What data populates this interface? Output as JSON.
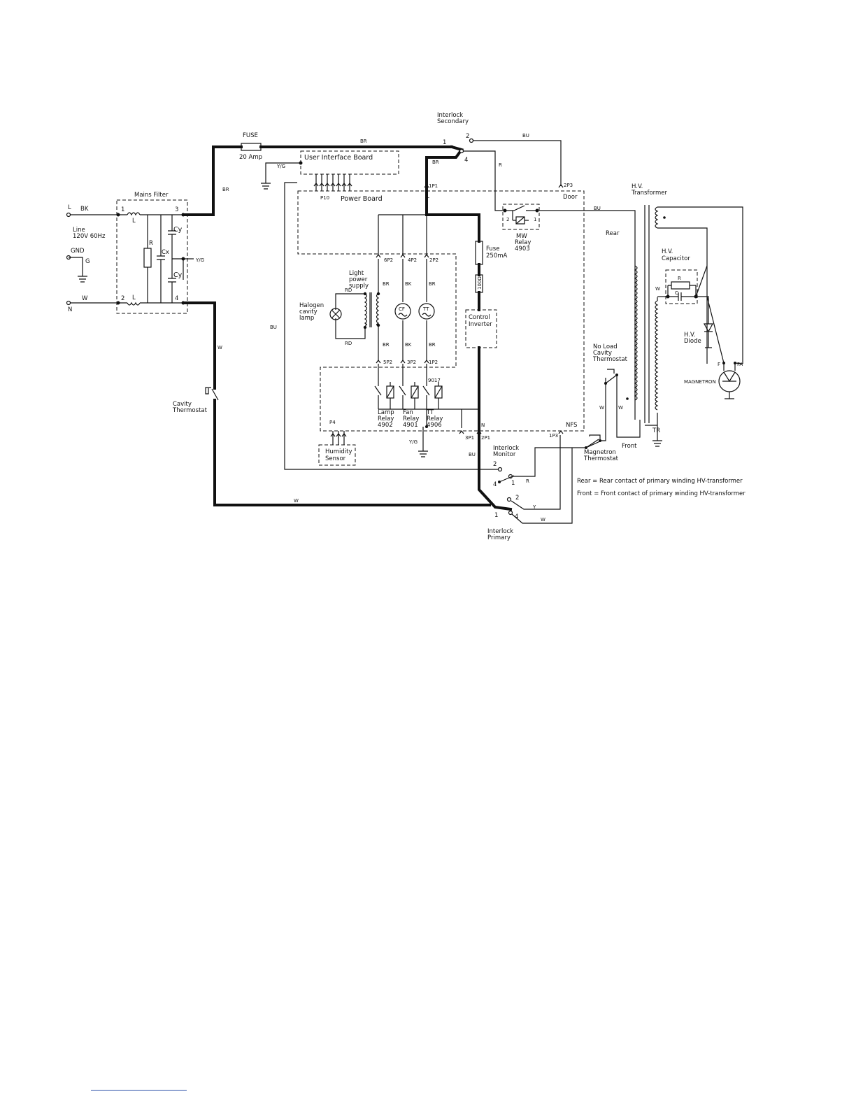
{
  "labels": {
    "mains_filter": "Mains Filter",
    "fuse_title": "FUSE",
    "fuse_rating": "20 Amp",
    "line_l": "L",
    "line_bk": "BK",
    "line_desc1": "Line",
    "line_desc2": "120V  60Hz",
    "gnd": "GND",
    "gnd_g": "G",
    "neutral_n": "N",
    "neutral_w": "W",
    "filter_1": "1",
    "filter_2": "2",
    "filter_3": "3",
    "filter_4": "4",
    "filter_l_top": "L",
    "filter_l_bot": "L",
    "filter_r": "R",
    "filter_cx": "Cx",
    "filter_cy_top": "Cy",
    "filter_cy_bot": "Cy",
    "filter_yg": "Y/G",
    "br_left": "BR",
    "br_top": "BR",
    "br_interlock": "BR",
    "bu_top": "BU",
    "yg_uib": "Y/G",
    "user_interface_board": "User Interface Board",
    "p10": "P10",
    "power_board": "Power Board",
    "interlock_secondary_1": "Interlock",
    "interlock_secondary_2": "Secondary",
    "sec_1": "1",
    "sec_2": "2",
    "sec_4": "4",
    "r_sec": "R",
    "p1_1": "1P1",
    "l_p1": "L",
    "p3_2": "2P3",
    "door": "Door",
    "bu_mw": "BU",
    "mw_relay_1": "MW",
    "mw_relay_2": "Relay",
    "mw_relay_3": "4903",
    "mw_2": "2",
    "mw_1": "1",
    "hv_transformer_1": "H.V.",
    "hv_transformer_2": "Transformer",
    "rear": "Rear",
    "hv_capacitor_1": "H.V.",
    "hv_capacitor_2": "Capacitor",
    "cap_r": "R",
    "cap_c": "C",
    "cap_w": "W",
    "hv_diode_1": "H.V.",
    "hv_diode_2": "Diode",
    "magnetron": "MAGNETRON",
    "mag_f": "F",
    "mag_fa": "FA",
    "fuse250_1": "Fuse",
    "fuse250_2": "250mA",
    "resistor_100": "100Ω",
    "control_inverter_1": "Control",
    "control_inverter_2": "Inverter",
    "light_ps_1": "Light",
    "light_ps_2": "power",
    "light_ps_3": "supply",
    "halogen_1": "Halogen",
    "halogen_2": "cavity",
    "halogen_3": "lamp",
    "rd_top": "RD",
    "rd_bot": "RD",
    "p2_6": "6P2",
    "p2_4": "4P2",
    "p2_2": "2P2",
    "p2_5": "5P2",
    "p2_3": "3P2",
    "p2_1": "1P2",
    "br_a": "BR",
    "bk_a": "BK",
    "br_b": "BR",
    "br_c": "BR",
    "bk_b": "BK",
    "br_d": "BR",
    "cf": "CF",
    "tt": "TT",
    "p9017": "9017",
    "bu_left": "BU",
    "w_left": "W",
    "cavity_thermostat_1": "Cavity",
    "cavity_thermostat_2": "Thermostat",
    "lamp_relay_1": "Lamp",
    "lamp_relay_2": "Relay",
    "lamp_relay_3": "4902",
    "fan_relay_1": "Fan",
    "fan_relay_2": "Relay",
    "fan_relay_3": "4901",
    "tt_relay_1": "TT",
    "tt_relay_2": "Relay",
    "tt_relay_3": "4906",
    "p4": "P4",
    "humidity_1": "Humidity",
    "humidity_2": "Sensor",
    "yg_bottom": "Y/G",
    "p1_3": "3P1",
    "p1_2": "2P1",
    "n_board": "N",
    "nfs": "NFS",
    "p3_1": "1P3",
    "bu_mid": "BU",
    "interlock_monitor_1": "Interlock",
    "interlock_monitor_2": "Monitor",
    "mon_2": "2",
    "mon_4": "4",
    "mon_1": "1",
    "r_mon": "R",
    "w_bottom": "W",
    "prim_2": "2",
    "prim_1": "1",
    "prim_4": "4",
    "y_prim": "Y",
    "w_prim": "W",
    "interlock_primary_1": "Interlock",
    "interlock_primary_2": "Primary",
    "noload_1": "No Load",
    "noload_2": "Cavity",
    "noload_3": "Thermostat",
    "w_nl1": "W",
    "w_nl2": "W",
    "front": "Front",
    "tr": "TR",
    "magnetron_thermo_1": "Magnetron",
    "magnetron_thermo_2": "Thermostat",
    "legend_rear": "Rear = Rear contact of primary winding HV-transformer",
    "legend_front": "Front = Front contact of primary winding HV-transformer"
  }
}
